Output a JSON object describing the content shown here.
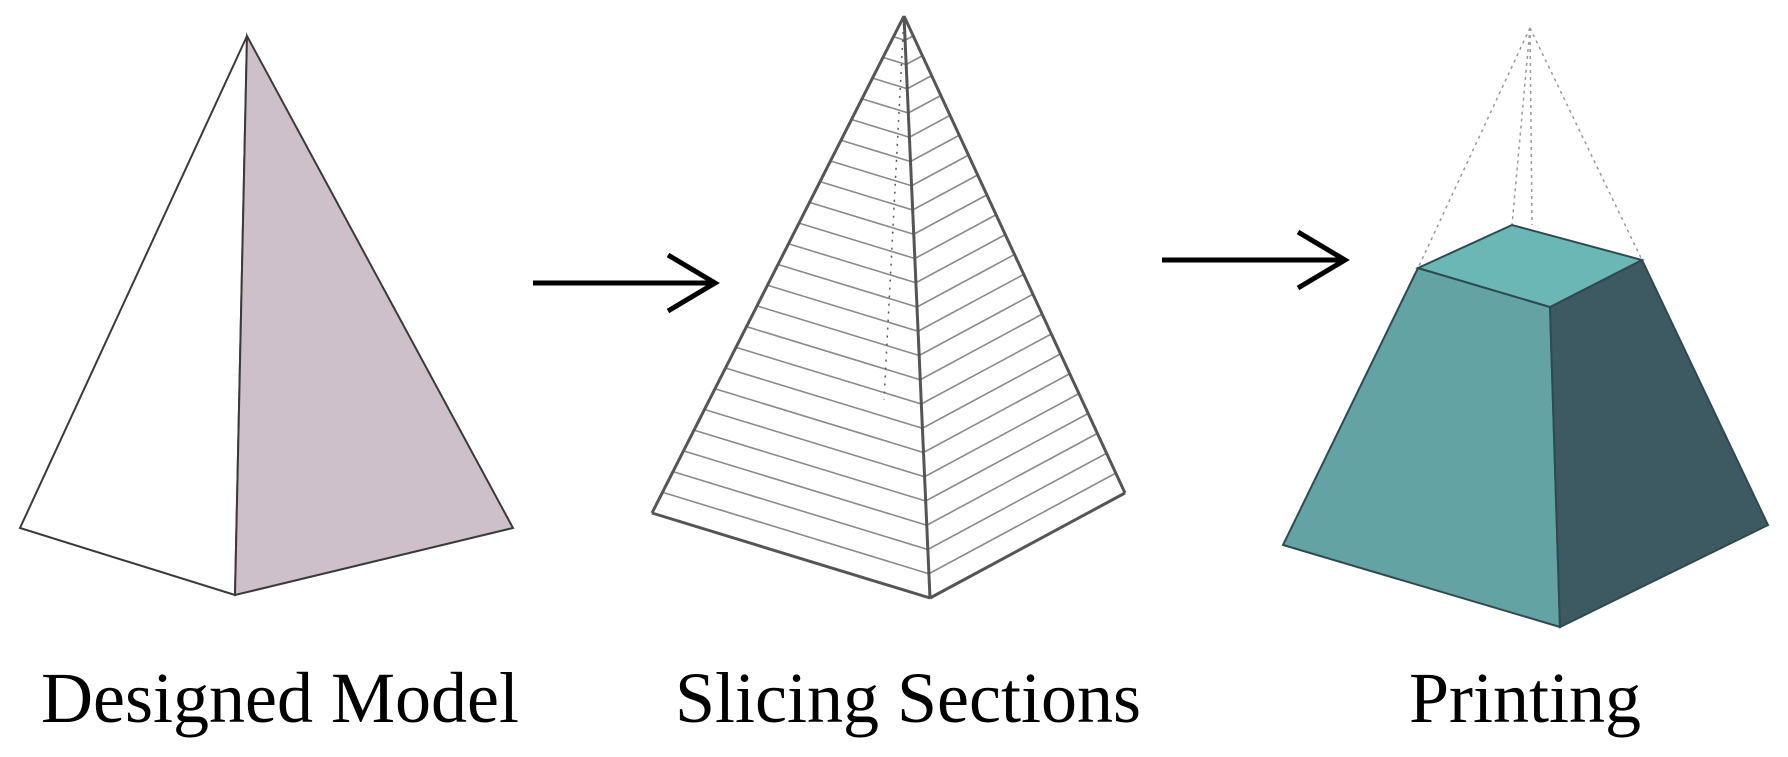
{
  "stages": [
    {
      "label": "Designed Model",
      "colors": {
        "face_left": "#ffffff",
        "face_right": "#cdc0cb",
        "edge": "#3a3a3a"
      }
    },
    {
      "label": "Slicing Sections",
      "slice_count": 24,
      "colors": {
        "edge": "#555555",
        "slice": "#8a8a8a"
      }
    },
    {
      "label": "Printing",
      "colors": {
        "top": "#6ab7b5",
        "front": "#63a3a3",
        "side": "#3d5a63",
        "ghost": "#9a9a9a"
      }
    }
  ],
  "arrows": [
    {
      "from": "Designed Model",
      "to": "Slicing Sections",
      "icon": "arrow-right-icon"
    },
    {
      "from": "Slicing Sections",
      "to": "Printing",
      "icon": "arrow-right-icon"
    }
  ]
}
